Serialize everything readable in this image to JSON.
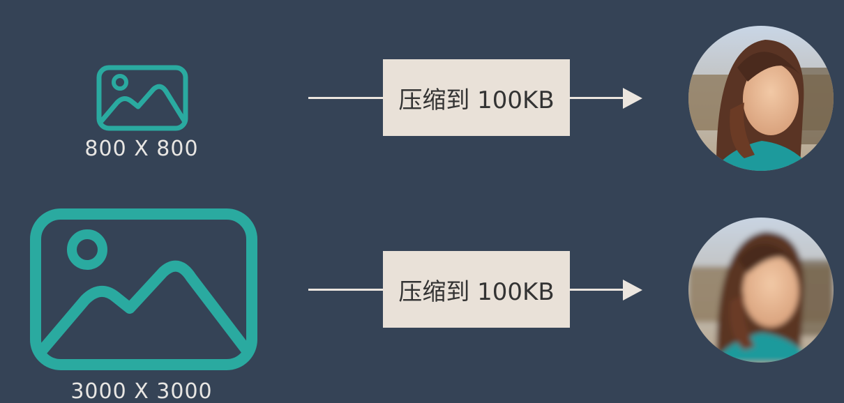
{
  "rows": [
    {
      "size_label": "800 X 800",
      "compress_label": "压缩到 100KB",
      "avatar_quality": "sharp"
    },
    {
      "size_label": "3000 X 3000",
      "compress_label": "压缩到 100KB",
      "avatar_quality": "blurry"
    }
  ],
  "colors": {
    "background": "#354356",
    "icon_teal": "#2aaaa0",
    "box_fill": "#e9e1d8",
    "arrow": "#ece6df",
    "label_text": "#e8e6e3",
    "box_text": "#333333"
  },
  "icons": {
    "image_icon": "image-placeholder-icon"
  }
}
